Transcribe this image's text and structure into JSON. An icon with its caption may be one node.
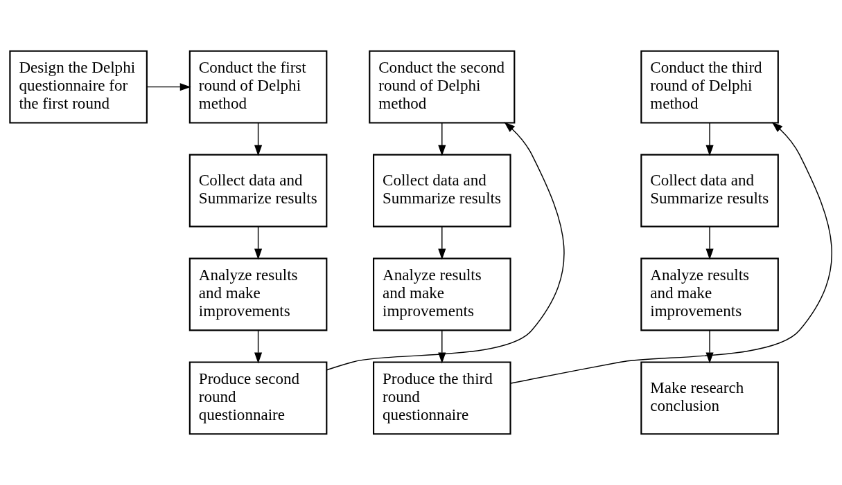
{
  "diagram": {
    "nodes": [
      {
        "text": [
          "Design the Delphi questionnaire for the first round"
        ]
      },
      {
        "text": [
          "Conduct the first round of Delphi method"
        ]
      },
      {
        "text": [
          "Conduct the second round of Delphi method"
        ]
      },
      {
        "text": [
          "Conduct the third round of Delphi method"
        ]
      },
      {
        "text": [
          "Collect data and Summarize results"
        ]
      },
      {
        "text": [
          "Collect data and Summarize results"
        ]
      },
      {
        "text": [
          "Collect data and Summarize results"
        ]
      },
      {
        "text": [
          "Analyze results and make improvements"
        ]
      },
      {
        "text": [
          "Analyze results and make improvements"
        ]
      },
      {
        "text": [
          "Analyze results and make improvements"
        ]
      },
      {
        "text": [
          "Produce second round questionnaire"
        ]
      },
      {
        "text": [
          "Produce the third round questionnaire"
        ]
      },
      {
        "text": [
          "Make research conclusion"
        ]
      }
    ],
    "edges": [
      {
        "from": 0,
        "to": 1,
        "arrow": "to"
      },
      {
        "from": 1,
        "to": 4,
        "arrow": "to"
      },
      {
        "from": 4,
        "to": 7,
        "arrow": "to"
      },
      {
        "from": 7,
        "to": 10,
        "arrow": "to"
      },
      {
        "from": 10,
        "to": 2,
        "arrow": "to"
      },
      {
        "from": 2,
        "to": 5,
        "arrow": "to"
      },
      {
        "from": 5,
        "to": 8,
        "arrow": "to"
      },
      {
        "from": 8,
        "to": 11,
        "arrow": "to"
      },
      {
        "from": 11,
        "to": 3,
        "arrow": "to"
      },
      {
        "from": 3,
        "to": 6,
        "arrow": "to"
      },
      {
        "from": 6,
        "to": 9,
        "arrow": "to"
      },
      {
        "from": 9,
        "to": 12,
        "arrow": "to"
      }
    ]
  }
}
